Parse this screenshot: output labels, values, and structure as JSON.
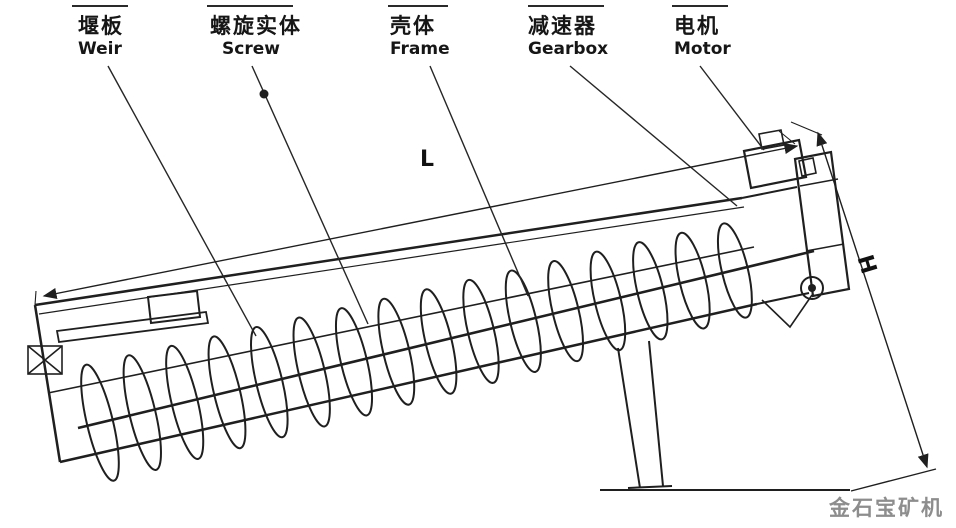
{
  "labels": {
    "weir": {
      "zh": "堰板",
      "en": "Weir"
    },
    "screw": {
      "zh": "螺旋实体",
      "en": "Screw"
    },
    "frame": {
      "zh": "壳体",
      "en": "Frame"
    },
    "gearbox": {
      "zh": "减速器",
      "en": "Gearbox"
    },
    "motor": {
      "zh": "电机",
      "en": "Motor"
    }
  },
  "dimensions": {
    "length_label": "L",
    "height_label": "H"
  },
  "watermark": "金石宝矿机",
  "colors": {
    "line": "#1f1f1f",
    "watermark": "#8d8d8d",
    "background": "#ffffff"
  }
}
